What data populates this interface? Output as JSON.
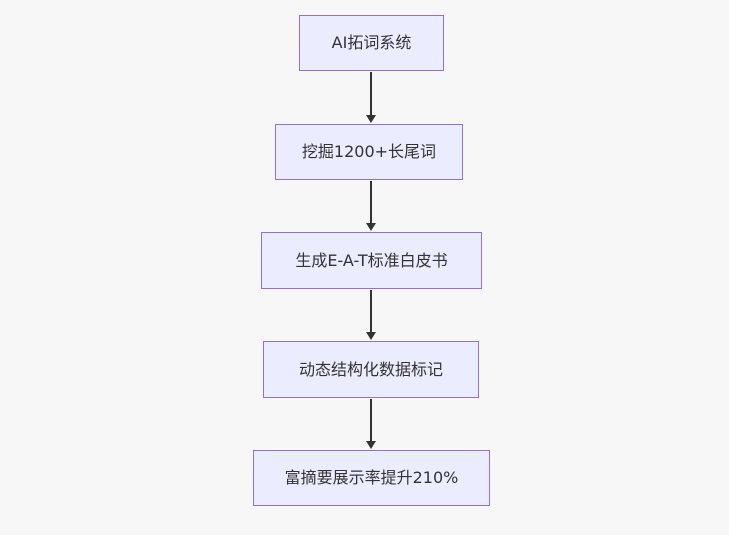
{
  "page": {
    "background": "#f7f7f7"
  },
  "diagram": {
    "type": "flowchart",
    "direction": "top-down",
    "node_fill": "#ECECFF",
    "node_border": "#9370DB",
    "arrow_color": "#333333",
    "text_color": "#333333",
    "nodes": [
      {
        "id": "n1",
        "label": "AI拓词系统"
      },
      {
        "id": "n2",
        "label": "挖掘1200+长尾词"
      },
      {
        "id": "n3",
        "label": "生成E-A-T标准白皮书"
      },
      {
        "id": "n4",
        "label": "动态结构化数据标记"
      },
      {
        "id": "n5",
        "label": "富摘要展示率提升210%"
      }
    ],
    "edges": [
      {
        "from": "n1",
        "to": "n2"
      },
      {
        "from": "n2",
        "to": "n3"
      },
      {
        "from": "n3",
        "to": "n4"
      },
      {
        "from": "n4",
        "to": "n5"
      }
    ]
  }
}
